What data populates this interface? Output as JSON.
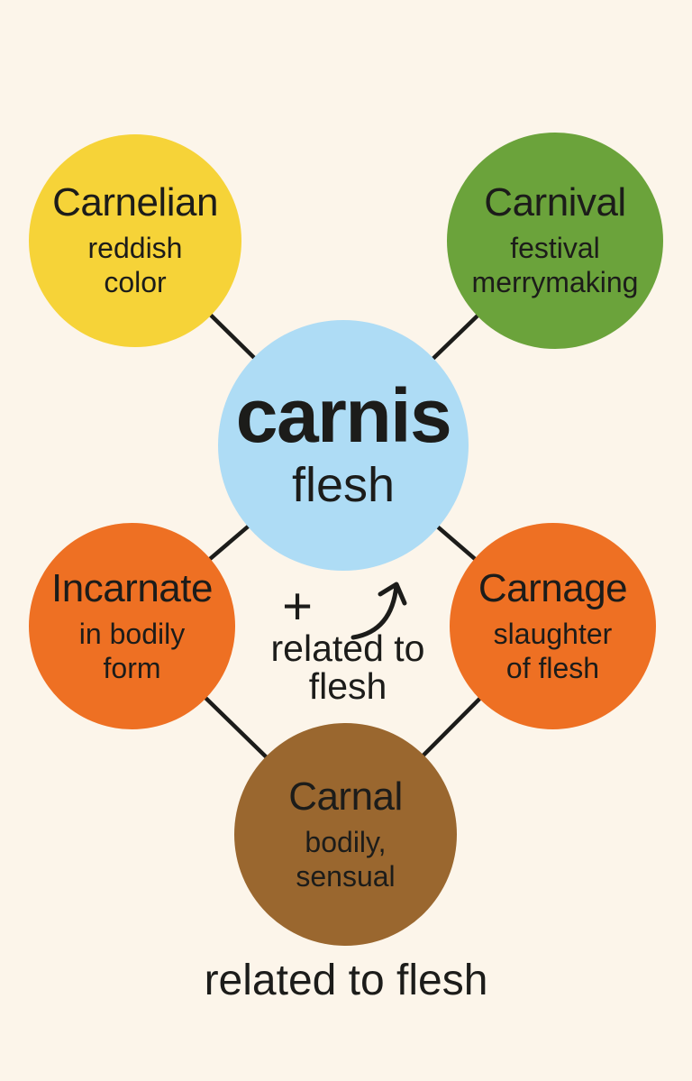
{
  "colors": {
    "background": "#FCF5EA",
    "ink": "#1C1C1A",
    "root_circle": "#AEDCF5",
    "carnelian_circle": "#F6D338",
    "carnival_circle": "#6BA33B",
    "incarnate_circle": "#EE7023",
    "carnage_circle": "#EE7023",
    "carnal_circle": "#9A672F"
  },
  "root": {
    "word": "carnis",
    "meaning": "flesh"
  },
  "derivatives": [
    {
      "word": "Carnelian",
      "meaning": "reddish\ncolor"
    },
    {
      "word": "Carnival",
      "meaning": "festival\nmerrymaking"
    },
    {
      "word": "Incarnate",
      "meaning": "in bodily\nform"
    },
    {
      "word": "Carnage",
      "meaning": "slaughter\nof flesh"
    },
    {
      "word": "Carnal",
      "meaning": "bodily,\nsensual"
    }
  ],
  "annotation": {
    "plus_sign": "+",
    "arrow": "curved-up-right-arrow",
    "label": "related to\nflesh"
  },
  "caption": "related to flesh"
}
